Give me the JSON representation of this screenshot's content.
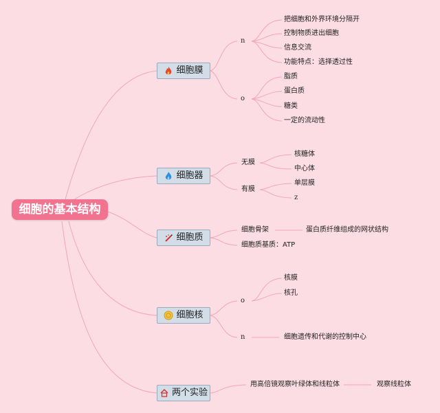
{
  "root": {
    "label": "细胞的基本结构"
  },
  "branches": [
    {
      "label": "细胞膜",
      "icon": "fire-icon",
      "groups": [
        {
          "label": "n",
          "items": [
            "把细胞和外界环境分隔开",
            "控制物质进出细胞",
            "信息交流",
            "功能特点：选择透过性"
          ]
        },
        {
          "label": "o",
          "items": [
            "脂质",
            "蛋白质",
            "糖类",
            "一定的流动性"
          ]
        }
      ]
    },
    {
      "label": "细胞器",
      "icon": "flame-icon",
      "groups": [
        {
          "label": "无膜",
          "items": [
            "核糖体",
            "中心体"
          ]
        },
        {
          "label": "有膜",
          "items": [
            "单层膜",
            "z"
          ]
        }
      ]
    },
    {
      "label": "细胞质",
      "icon": "sparkle-icon",
      "groups": [
        {
          "label": "细胞骨架",
          "items": [
            "蛋白质纤维组成的网状结构"
          ]
        },
        {
          "label": "细胞质基质：ATP",
          "items": []
        }
      ]
    },
    {
      "label": "细胞核",
      "icon": "seal-icon",
      "groups": [
        {
          "label": "o",
          "items": [
            "核膜",
            "核孔"
          ]
        },
        {
          "label": "n",
          "items": [
            "细胞遗传和代谢的控制中心"
          ]
        }
      ]
    },
    {
      "label": "两个实验",
      "icon": "home-icon",
      "groups": [
        {
          "label": "用高倍镜观察叶绿体和线粒体",
          "items": [
            "观察线粒体"
          ]
        }
      ]
    }
  ],
  "colors": {
    "background": "#fcdde4",
    "root": "#f2738f",
    "branch_fill": "#d3dde8",
    "branch_border": "#9aa9bb",
    "connector": "#f0a0b2"
  }
}
